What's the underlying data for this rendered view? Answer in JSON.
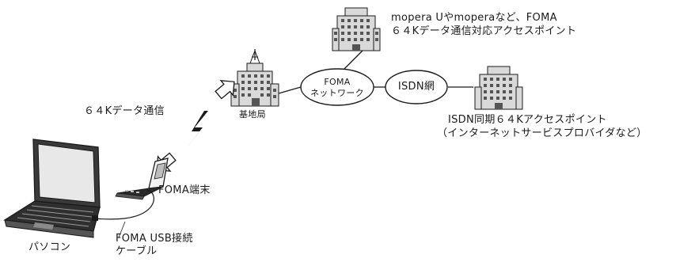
{
  "nodes": {
    "mopera_ap": {
      "line1": "mopera Uやmoperaなど、FOMA",
      "line2": "６４Kデータ通信対応アクセスポイント",
      "icon": "building-icon"
    },
    "base_station": {
      "label": "基地局",
      "icon": "base-station-building-icon"
    },
    "foma_network": {
      "line1": "FOMA",
      "line2": "ネットワーク"
    },
    "isdn_network": {
      "label": "ISDN網"
    },
    "isdn_ap": {
      "line1": "ISDN同期６４Kアクセスポイント",
      "line2": "（インターネットサービスプロバイダなど）",
      "icon": "building-icon"
    },
    "data_comm": {
      "label": "６４Kデータ通信"
    },
    "foma_terminal": {
      "label": "FOMA端末",
      "icon": "flip-phone-icon"
    },
    "pc": {
      "label": "パソコン",
      "icon": "laptop-icon"
    },
    "usb_cable": {
      "line1": "FOMA USB接続",
      "line2": "ケーブル"
    }
  },
  "colors": {
    "line": "#1a1a1a",
    "building_fill": "#d9d9d9",
    "window": "#555555"
  }
}
